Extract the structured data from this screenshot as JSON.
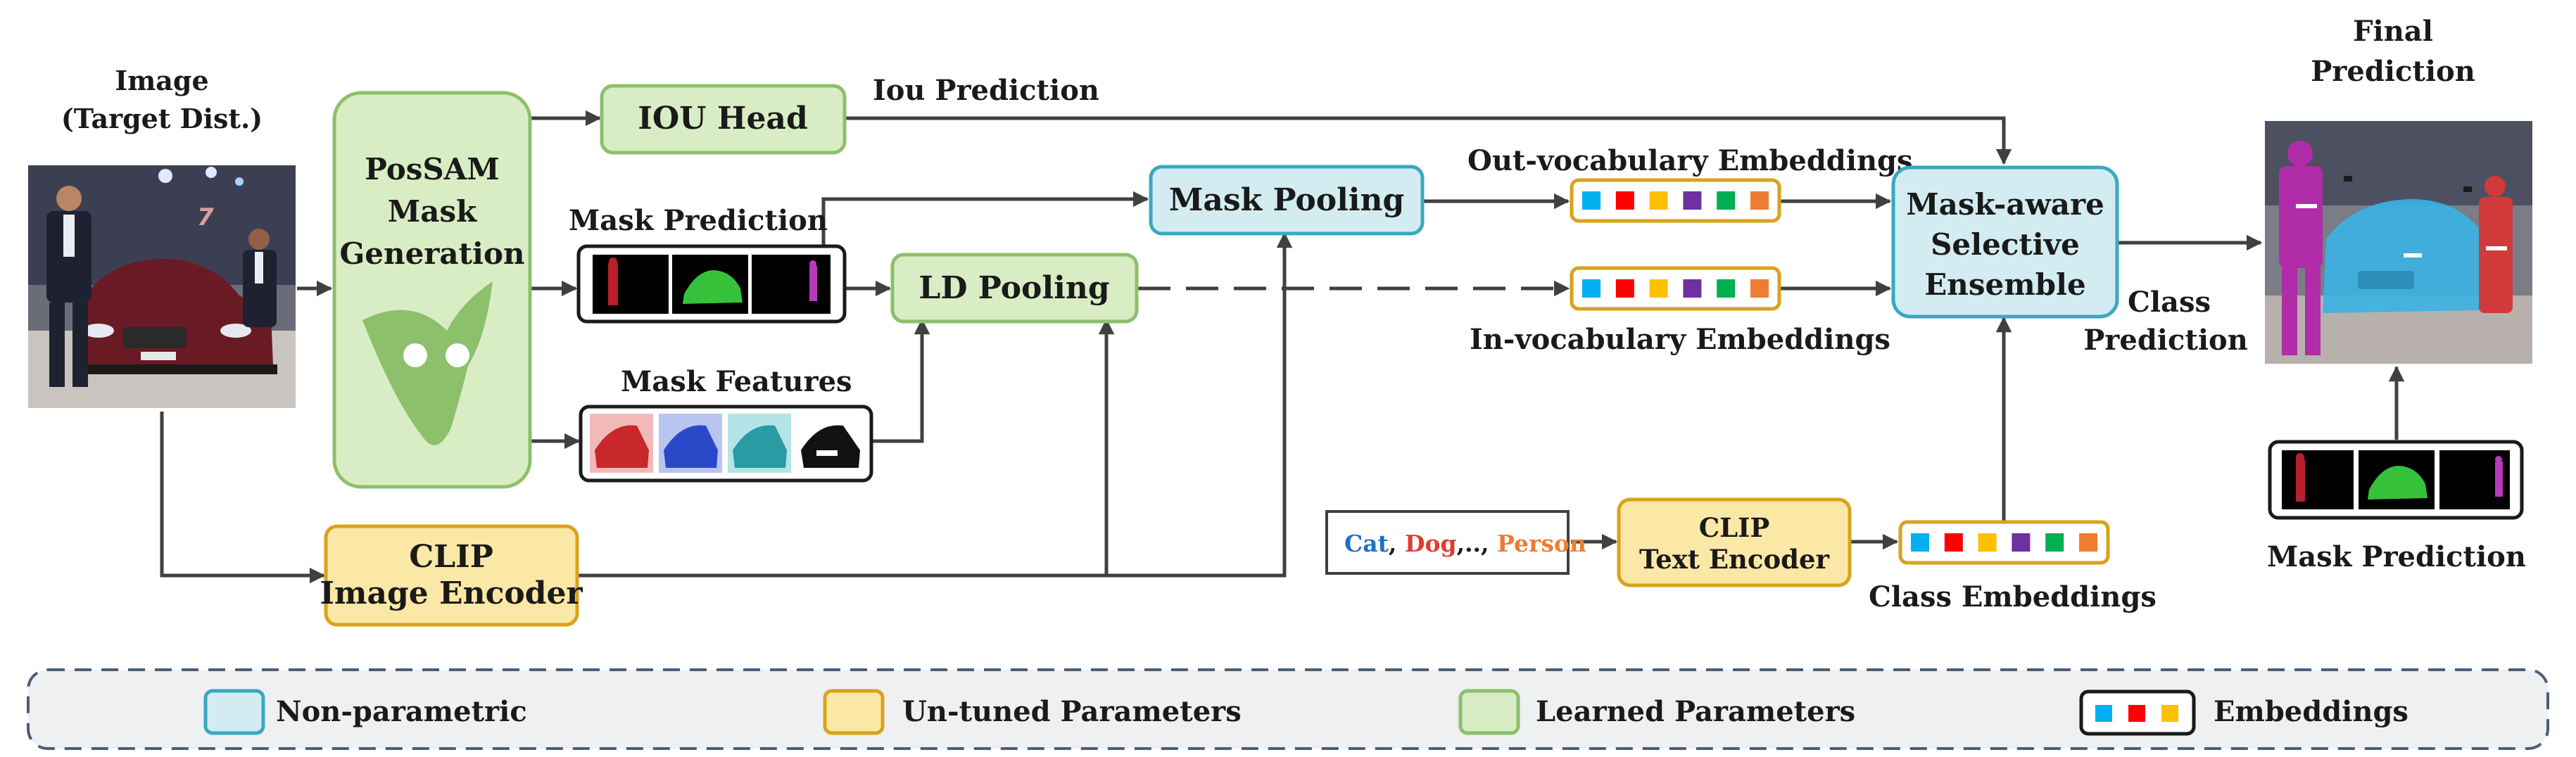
{
  "input": {
    "title_line1": "Image",
    "title_line2": "(Target Dist.)"
  },
  "nodes": {
    "possam": {
      "line1": "PosSAM",
      "line2": "Mask",
      "line3": "Generation"
    },
    "iou_head": "IOU Head",
    "mask_pooling": "Mask Pooling",
    "ld_pooling": "LD Pooling",
    "clip_image_encoder": {
      "line1": "CLIP",
      "line2": "Image Encoder"
    },
    "clip_text_encoder": {
      "line1": "CLIP",
      "line2": "Text Encoder"
    },
    "ensemble": {
      "line1": "Mask-aware",
      "line2": "Selective",
      "line3": "Ensemble"
    }
  },
  "labels": {
    "iou_prediction": "Iou Prediction",
    "mask_prediction": "Mask Prediction",
    "mask_features": "Mask Features",
    "out_vocab": "Out-vocabulary Embeddings",
    "in_vocab": "In-vocabulary Embeddings",
    "class_embeddings": "Class Embeddings",
    "class_prediction_line1": "Class",
    "class_prediction_line2": "Prediction",
    "final_prediction_line1": "Final",
    "final_prediction_line2": "Prediction",
    "mask_prediction_final": "Mask Prediction"
  },
  "class_names": {
    "cat": "Cat",
    "sep1": ", ",
    "dog": "Dog",
    "sep2": ",.., ",
    "person": "Person"
  },
  "legend": {
    "non_parametric": "Non-parametric",
    "untuned": "Un-tuned Parameters",
    "learned": "Learned Parameters",
    "embeddings": "Embeddings"
  },
  "colors": {
    "non_parametric_fill": "#d3ecf1",
    "non_parametric_stroke": "#3aa8c1",
    "untuned_fill": "#fbe8a6",
    "untuned_stroke": "#d9a21b",
    "learned_fill": "#d9edc4",
    "learned_stroke": "#8cc06b",
    "embedding_colors": [
      "#00b0f0",
      "#ff0000",
      "#ffc000",
      "#7030a0",
      "#00b050",
      "#ed7d31"
    ],
    "cat": "#1f6fc5",
    "dog": "#e03c31",
    "person": "#ed7d31"
  }
}
